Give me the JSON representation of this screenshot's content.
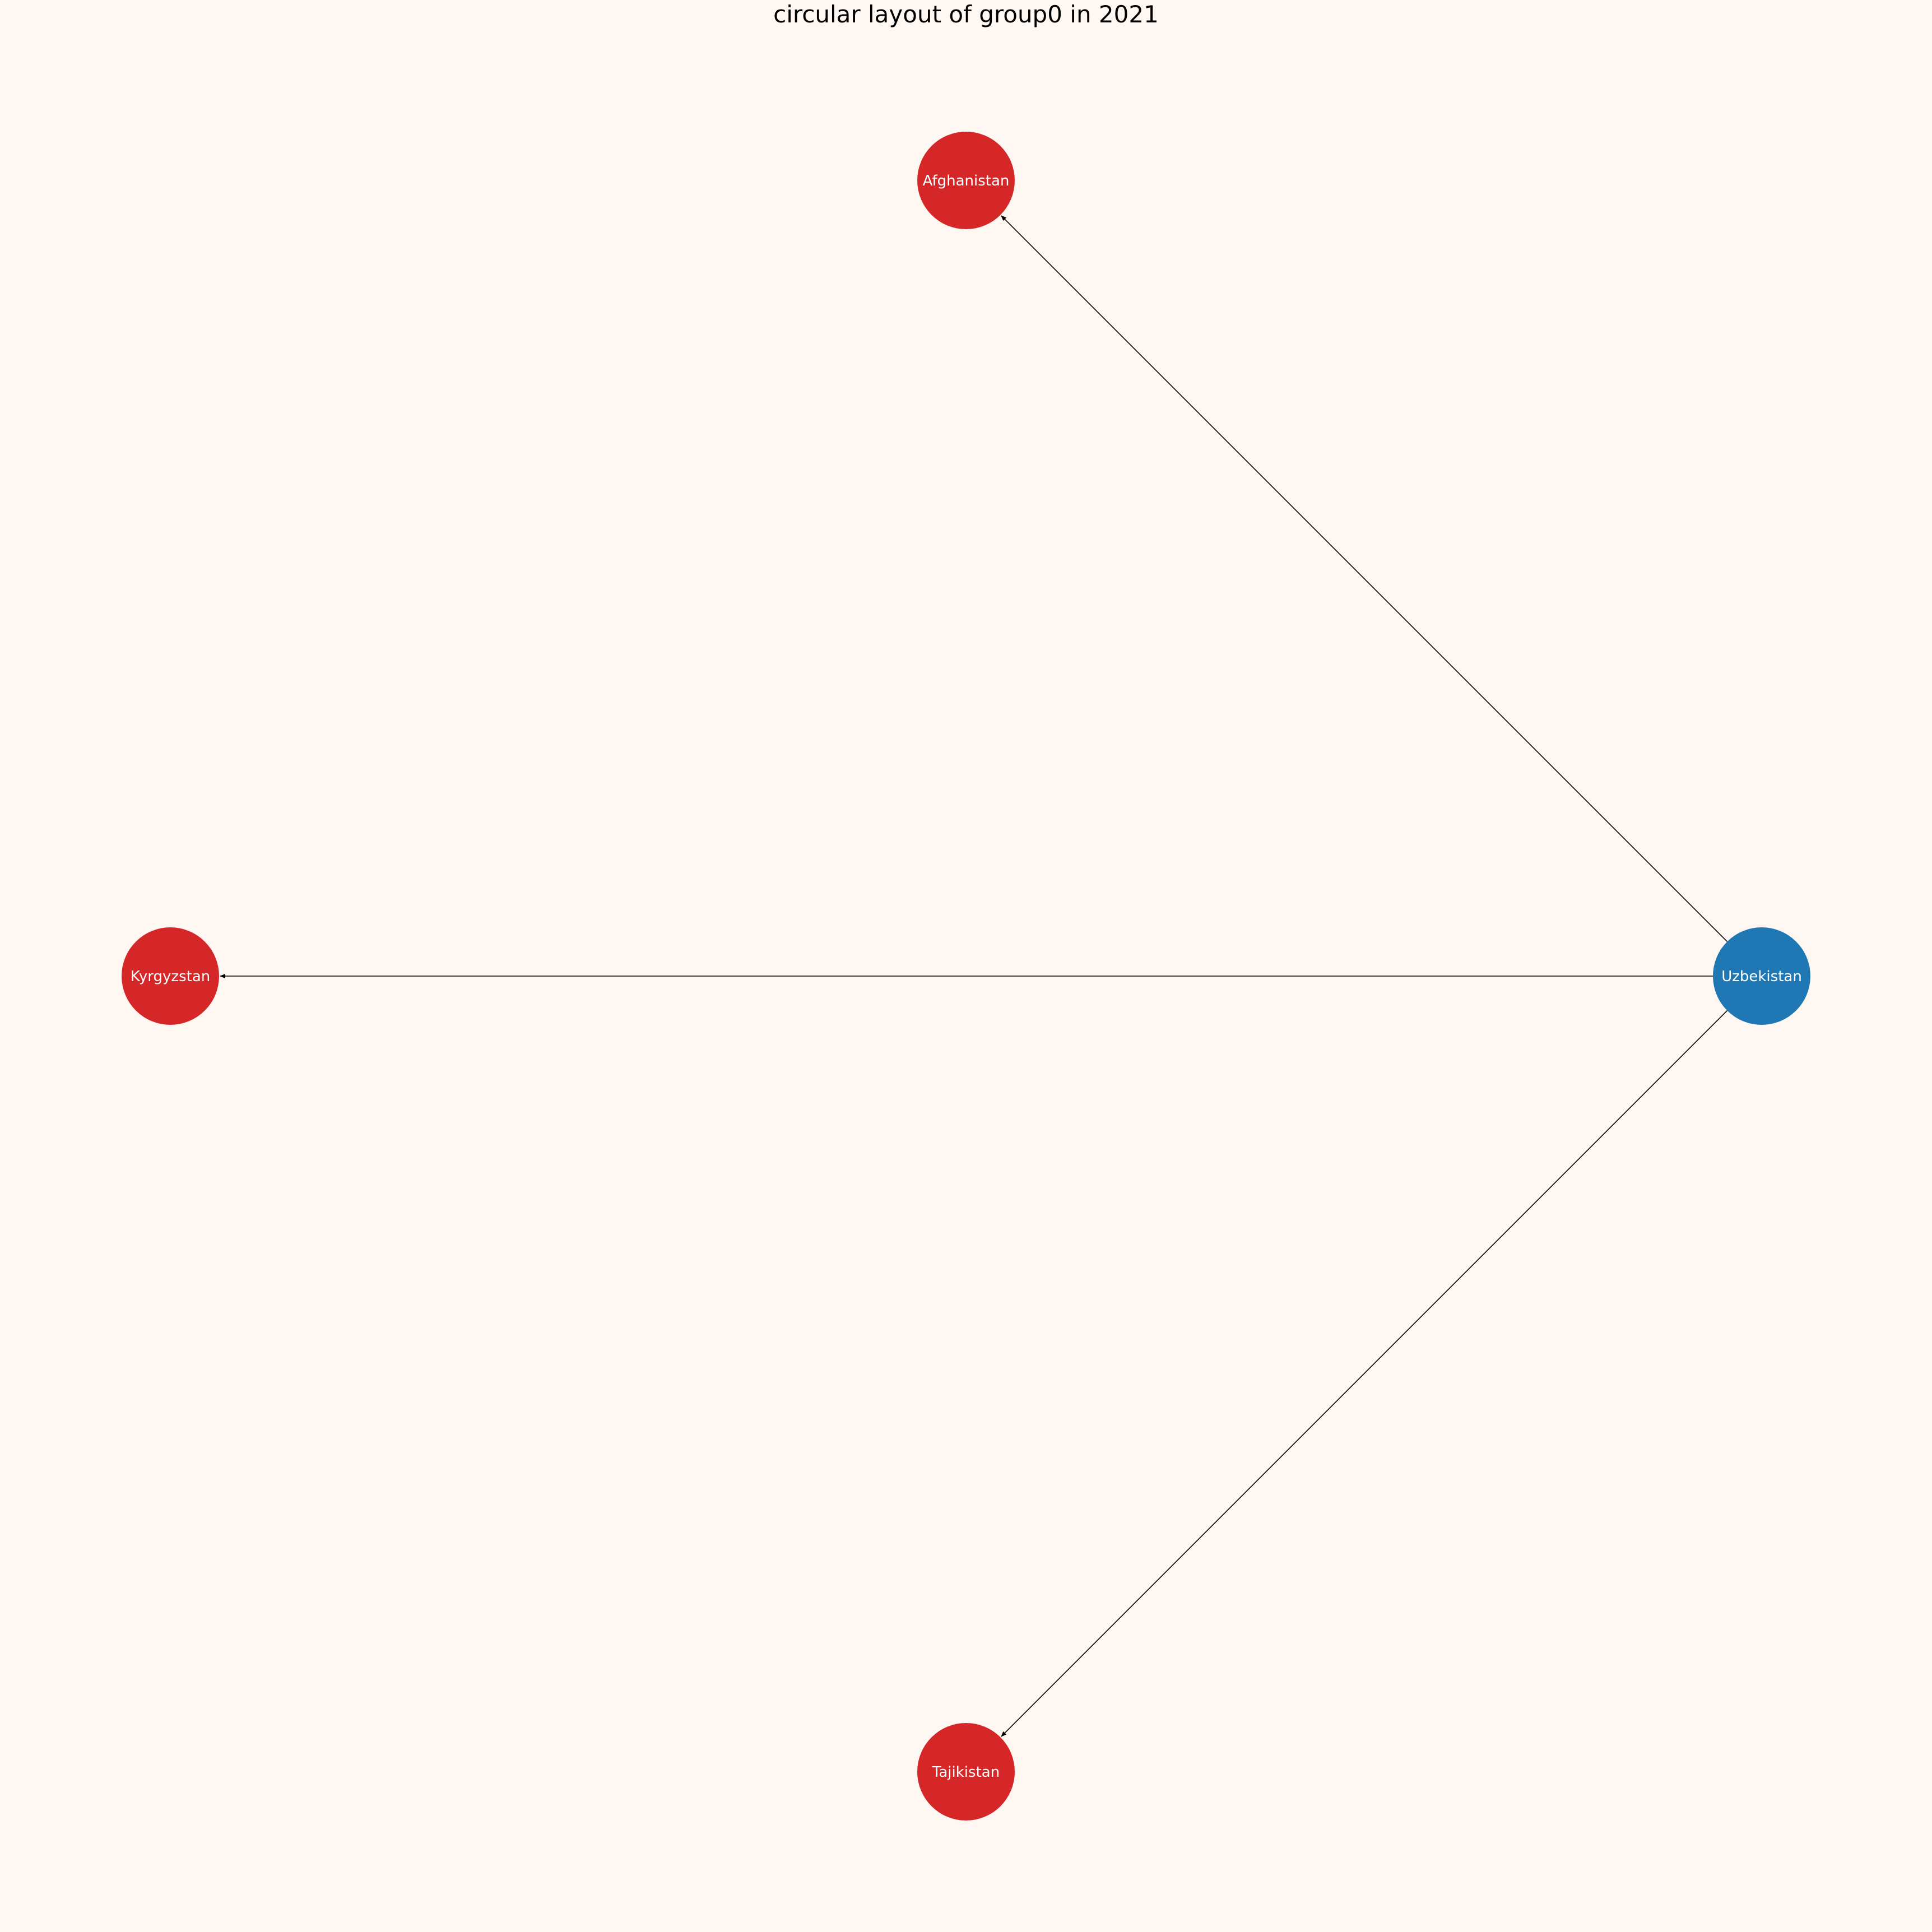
{
  "title": "circular layout of group0 in 2021",
  "colors": {
    "background": "#fff8f2",
    "source_node": "#1f77b4",
    "target_node": "#d62728",
    "edge": "#000000",
    "label": "#ffffff"
  },
  "nodes": [
    {
      "id": "uzbekistan",
      "label": "Uzbekistan",
      "role": "source"
    },
    {
      "id": "afghanistan",
      "label": "Afghanistan",
      "role": "target"
    },
    {
      "id": "kyrgyzstan",
      "label": "Kyrgyzstan",
      "role": "target"
    },
    {
      "id": "tajikistan",
      "label": "Tajikistan",
      "role": "target"
    }
  ],
  "edges": [
    {
      "from": "uzbekistan",
      "to": "afghanistan",
      "directed": true
    },
    {
      "from": "uzbekistan",
      "to": "kyrgyzstan",
      "directed": true
    },
    {
      "from": "uzbekistan",
      "to": "tajikistan",
      "directed": true
    }
  ]
}
